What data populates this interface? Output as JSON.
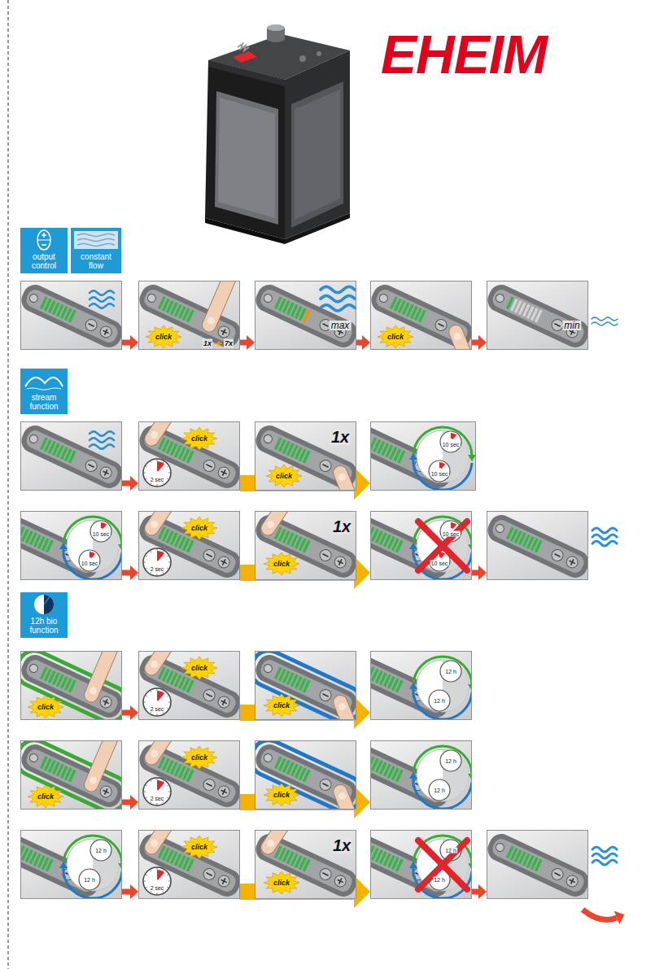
{
  "diagram": {
    "nodes": [
      {
        "text": [
          "output control"
        ]
      },
      {
        "text": [
          "constant flow"
        ]
      },
      {
        "text": []
      },
      {
        "text": [
          "click",
          "1x",
          "7x"
        ]
      },
      {
        "text": [
          "max"
        ]
      },
      {
        "text": [
          "click"
        ]
      },
      {
        "text": [
          "min"
        ]
      },
      {
        "text": [
          "stream function"
        ]
      },
      {
        "text": []
      },
      {
        "text": [
          "click",
          "2 sec"
        ]
      },
      {
        "text": [
          "click",
          "1x"
        ]
      },
      {
        "text": [
          "10 sec",
          "10 sec"
        ]
      },
      {
        "text": [
          "10 sec",
          "10 sec"
        ]
      },
      {
        "text": [
          "click",
          "2 sec"
        ]
      },
      {
        "text": [
          "click",
          "1x"
        ]
      },
      {
        "text": [
          "10 sec",
          "10 sec"
        ]
      },
      {
        "text": []
      },
      {
        "text": [
          "12h bio function"
        ]
      },
      {
        "text": [
          "click"
        ]
      },
      {
        "text": [
          "click",
          "2 sec"
        ]
      },
      {
        "text": [
          "click"
        ]
      },
      {
        "text": [
          "12 h",
          "12 h"
        ]
      },
      {
        "text": [
          "click"
        ]
      },
      {
        "text": [
          "click",
          "2 sec"
        ]
      },
      {
        "text": [
          "click"
        ]
      },
      {
        "text": [
          "12 h",
          "12 h"
        ]
      },
      {
        "text": [
          "12 h",
          "12 h"
        ]
      },
      {
        "text": [
          "click",
          "2 sec"
        ]
      },
      {
        "text": [
          "click",
          "1x"
        ]
      },
      {
        "text": [
          "12 h",
          "12 h"
        ]
      },
      {
        "text": []
      }
    ],
    "edges": [
      {
        "from": 2,
        "to": 3,
        "arrow": "to"
      },
      {
        "from": 3,
        "to": 4,
        "arrow": "to"
      },
      {
        "from": 4,
        "to": 5,
        "arrow": "to"
      },
      {
        "from": 5,
        "to": 6,
        "arrow": "to"
      },
      {
        "from": 8,
        "to": 9,
        "arrow": "to"
      },
      {
        "from": 9,
        "to": 11,
        "arrow": "to"
      },
      {
        "from": 12,
        "to": 13,
        "arrow": "to"
      },
      {
        "from": 13,
        "to": 15,
        "arrow": "to"
      },
      {
        "from": 15,
        "to": 16,
        "arrow": "to"
      },
      {
        "from": 18,
        "to": 19,
        "arrow": "to"
      },
      {
        "from": 19,
        "to": 21,
        "arrow": "to"
      },
      {
        "from": 22,
        "to": 23,
        "arrow": "to"
      },
      {
        "from": 23,
        "to": 25,
        "arrow": "to"
      },
      {
        "from": 26,
        "to": 27,
        "arrow": "to"
      },
      {
        "from": 27,
        "to": 29,
        "arrow": "to"
      },
      {
        "from": 29,
        "to": 30,
        "arrow": "to"
      }
    ],
    "labels": [
      "EHEIM"
    ]
  }
}
